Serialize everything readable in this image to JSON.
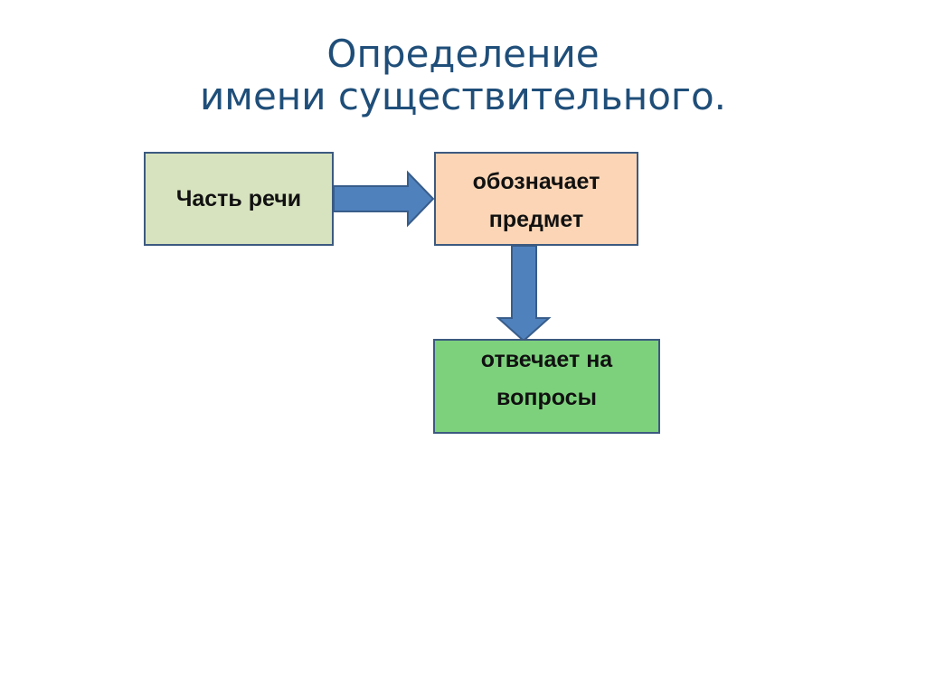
{
  "title": {
    "line1": "Определение",
    "line2": "имени существительного."
  },
  "diagram": {
    "boxes": {
      "part_of_speech": "Часть речи",
      "denotes": "обозначает предмет",
      "answers": "отвечает на вопросы"
    },
    "colors": {
      "title": "#1f4e79",
      "arrow_fill": "#4f81bd",
      "arrow_stroke": "#385d8a",
      "box_border": "#3c5a80",
      "part_of_speech_fill": "#d7e3bf",
      "denotes_fill": "#fbd5b5",
      "answers_fill": "#7dd17d"
    },
    "edges": [
      {
        "from": "part_of_speech",
        "to": "denotes",
        "direction": "right"
      },
      {
        "from": "denotes",
        "to": "answers",
        "direction": "down"
      }
    ]
  }
}
